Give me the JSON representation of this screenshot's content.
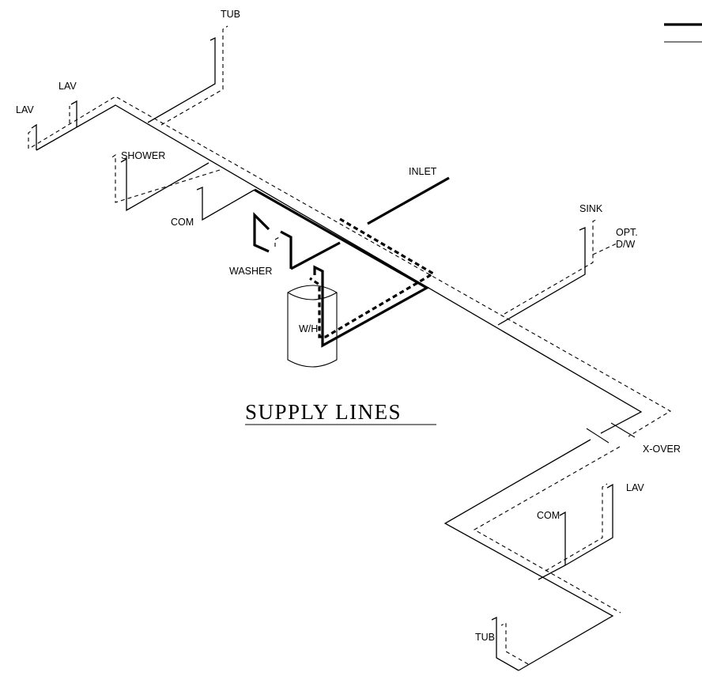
{
  "labels": {
    "tub_top": "TUB",
    "lav_1": "LAV",
    "lav_2": "LAV",
    "shower": "SHOWER",
    "com_left": "COM",
    "inlet": "INLET",
    "washer": "WASHER",
    "water_heater": "W/H",
    "sink": "SINK",
    "opt_dw_line1": "OPT.",
    "opt_dw_line2": "D/W",
    "x_over": "X-OVER",
    "com_lower": "COM",
    "lav_lower": "LAV",
    "tub_bottom": "TUB"
  },
  "title": "SUPPLY LINES",
  "colors": {
    "line": "#000000",
    "background": "#ffffff"
  }
}
